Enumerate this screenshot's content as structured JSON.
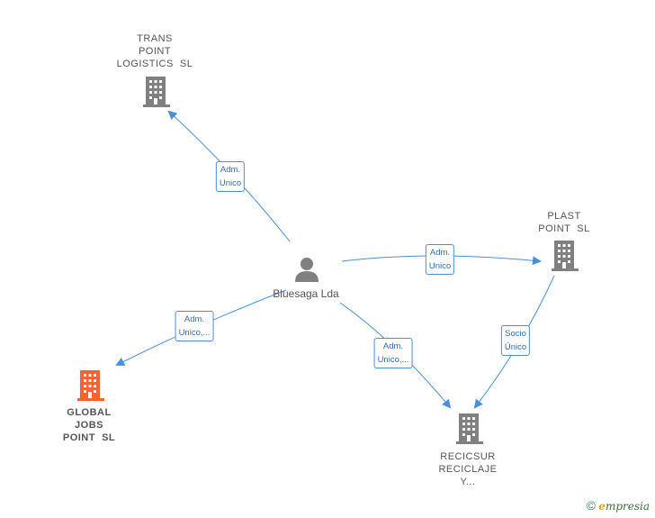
{
  "colors": {
    "edge": "#4a90d9",
    "building": "#808080",
    "building_highlight": "#f26531",
    "person": "#808080"
  },
  "nodes": {
    "person": {
      "label": "Bluesaga Lda",
      "icon": "person-icon"
    },
    "trans_point": {
      "label": "TRANS\nPOINT\nLOGISTICS  SL",
      "icon": "building-icon"
    },
    "plast_point": {
      "label": "PLAST\nPOINT  SL",
      "icon": "building-icon"
    },
    "global_jobs": {
      "label": "GLOBAL\nJOBS\nPOINT  SL",
      "icon": "building-icon"
    },
    "recicsur": {
      "label": "RECICSUR\nRECICLAJE\nY...",
      "icon": "building-icon"
    }
  },
  "relations": {
    "to_trans": "Adm.\nUnico",
    "to_plast": "Adm.\nUnico",
    "to_global": "Adm.\nUnico,...",
    "to_recicsur": "Adm.\nUnico,...",
    "plast_to_recicsur": "Socio\nÚnico"
  },
  "footer": {
    "copyright": "©",
    "brand_initial": "e",
    "brand_rest": "mpresia"
  }
}
